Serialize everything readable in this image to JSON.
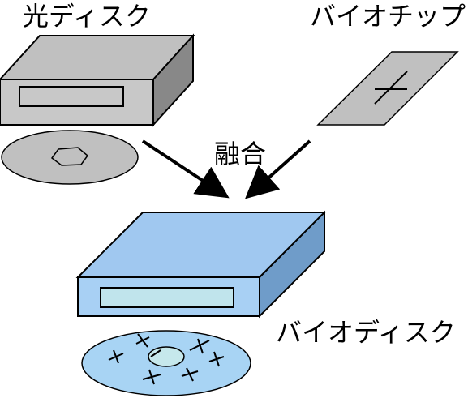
{
  "labels": {
    "optical_disc": "光ディスク",
    "biochip": "バイオチップ",
    "fusion": "融合",
    "bio_disc": "バイオディスク"
  },
  "colors": {
    "gray_drive_front": "#c8c8c8",
    "gray_drive_top": "#c0c0c0",
    "gray_drive_side": "#888888",
    "gray_disc": "#c0c0c0",
    "blue_drive_front": "#a8d0f4",
    "blue_drive_top": "#a0c8f0",
    "blue_drive_side": "#6f9cc9",
    "blue_slot": "#c0e4ec",
    "blue_disc": "#a8d4f4",
    "blue_hub": "#c6e8ec",
    "outline": "#000000"
  },
  "icons": [
    "optical-drive-icon",
    "optical-disc-icon",
    "biochip-icon",
    "bio-drive-icon",
    "bio-disc-icon",
    "arrow-icon"
  ]
}
